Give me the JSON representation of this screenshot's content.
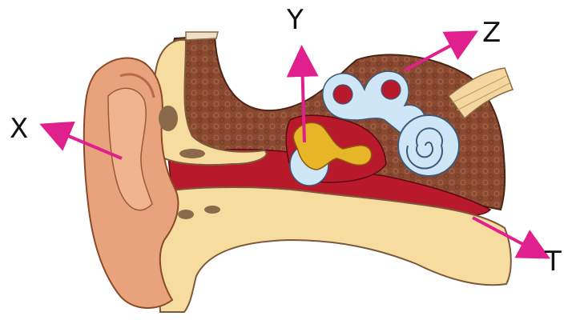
{
  "labels": {
    "x": "X",
    "y": "Y",
    "z": "Z",
    "t": "T"
  },
  "colors": {
    "arrow": "#e0208c",
    "outer_ear": "#e8a27c",
    "cartilage": "#f7dca0",
    "bone": "#8a4a32",
    "canal": "#b81a2c",
    "cochlea": "#cfe6f6",
    "ossicles": "#e8b428"
  }
}
